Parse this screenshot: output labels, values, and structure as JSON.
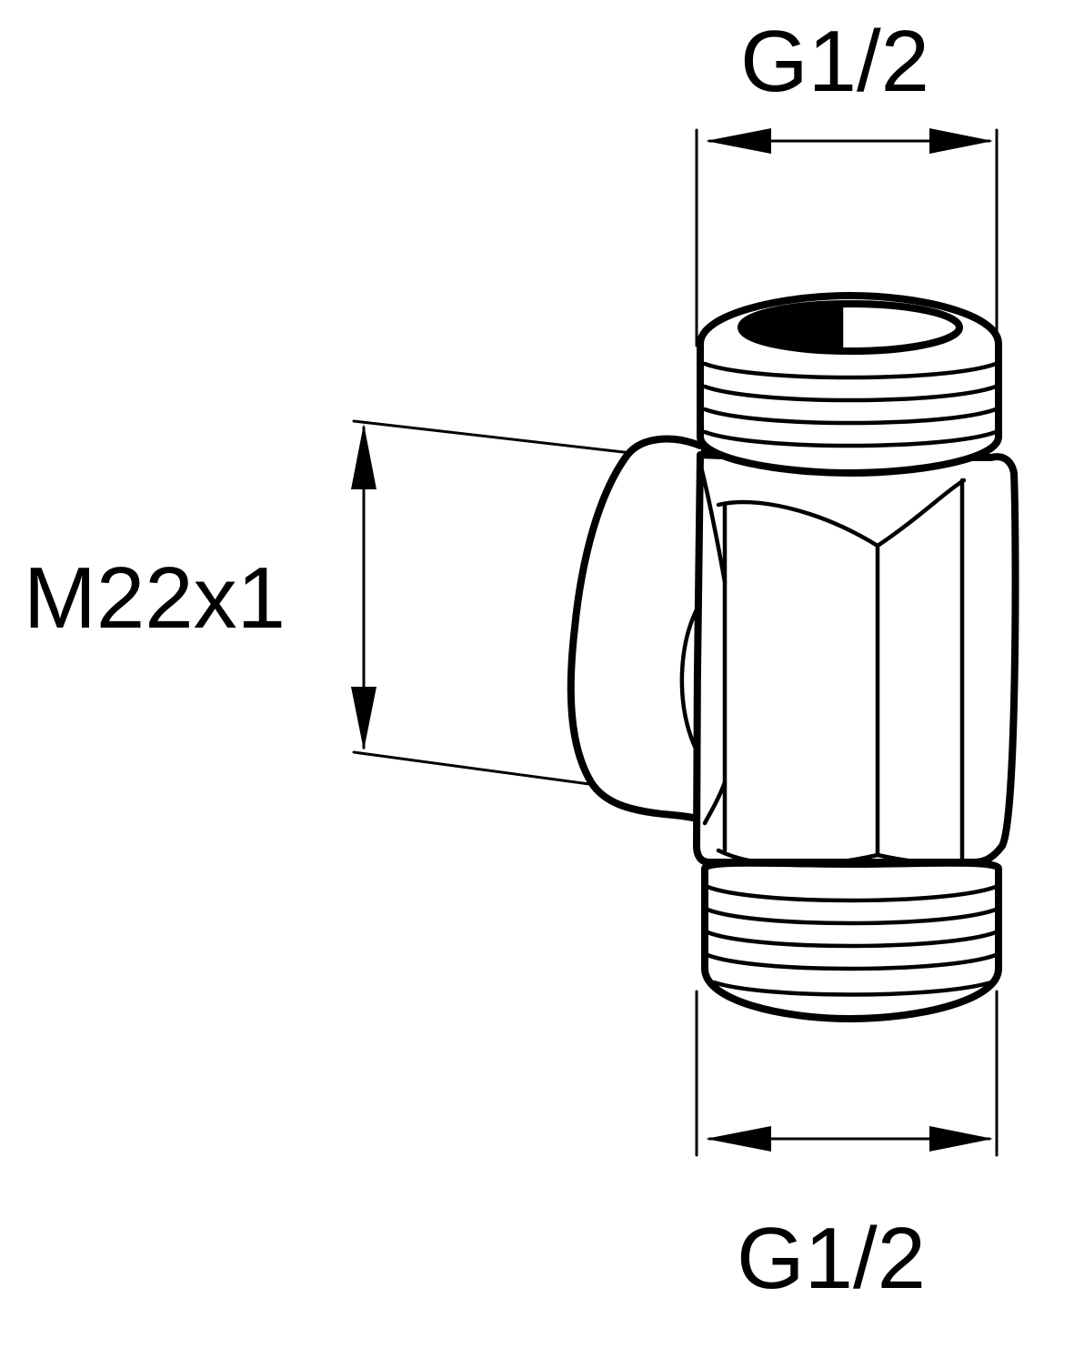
{
  "labels": {
    "top_thread": "G1/2",
    "bottom_thread": "G1/2",
    "side_thread": "M22x1"
  },
  "colors": {
    "line": "#000000",
    "background": "#ffffff"
  }
}
